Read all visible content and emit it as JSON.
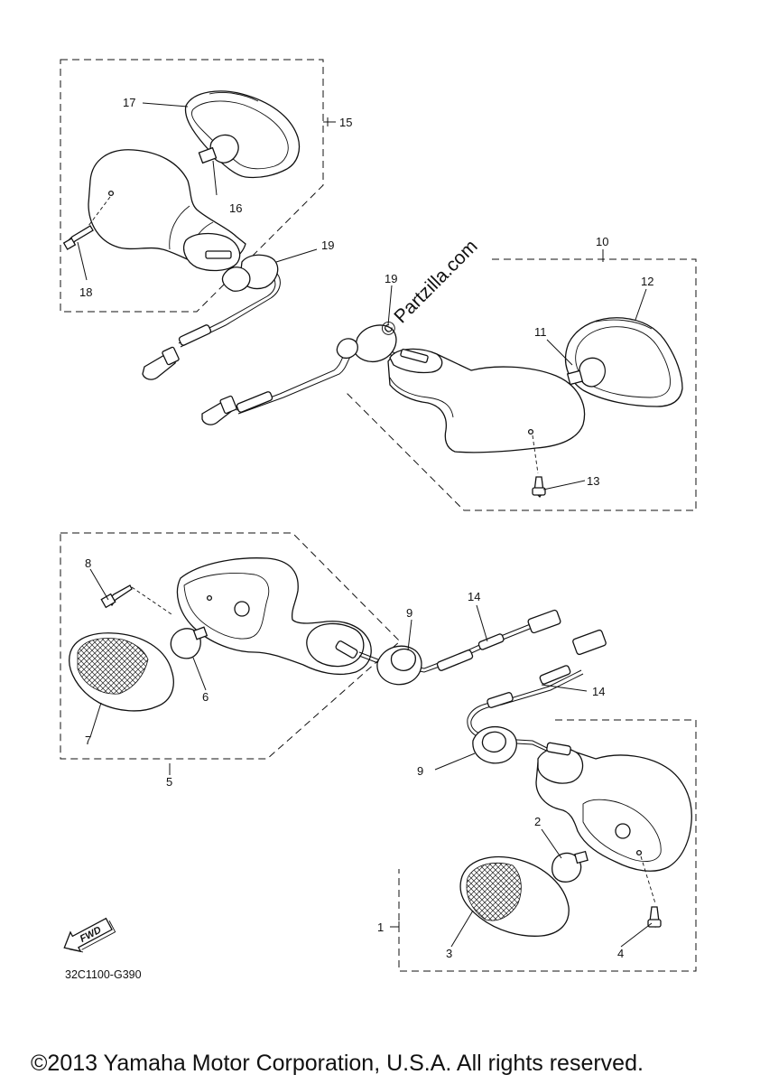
{
  "diagram": {
    "watermark": "© Partzilla.com",
    "drawing_code": "32C1100-G390",
    "fwd_label": "FWD",
    "copyright": "©2013 Yamaha Motor Corporation, U.S.A. All rights reserved.",
    "callouts": {
      "p1": "1",
      "p2": "2",
      "p3": "3",
      "p4": "4",
      "p5": "5",
      "p6": "6",
      "p7": "7",
      "p8": "8",
      "p9a": "9",
      "p9b": "9",
      "p10": "10",
      "p11": "11",
      "p12": "12",
      "p13": "13",
      "p14a": "14",
      "p14b": "14",
      "p15": "15",
      "p16": "16",
      "p17": "17",
      "p18": "18",
      "p19a": "19",
      "p19b": "19"
    }
  }
}
